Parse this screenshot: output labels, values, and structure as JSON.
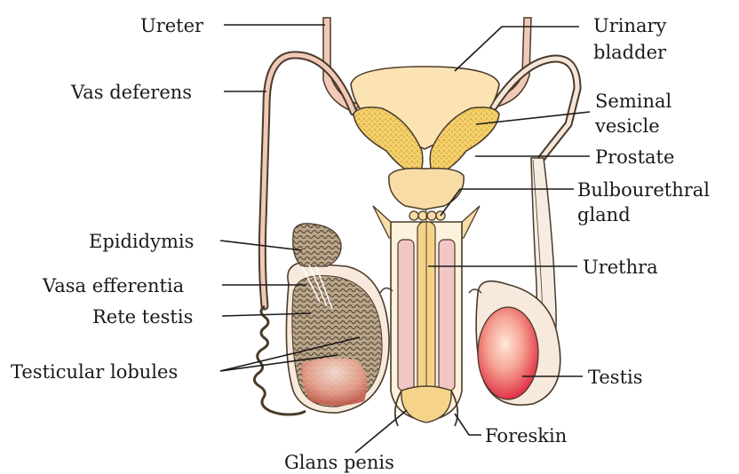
{
  "labels": {
    "ureter": "Ureter",
    "vas_deferens": "Vas deferens",
    "epididymis": "Epididymis",
    "vasa_efferentia": "Vasa efferentia",
    "rete_testis": "Rete testis",
    "testicular_lobules": "Testicular lobules",
    "urinary_bladder_1": "Urinary",
    "urinary_bladder_2": "bladder",
    "seminal_vesicle_1": "Seminal",
    "seminal_vesicle_2": "vesicle",
    "prostate": "Prostate",
    "bulbourethral_1": "Bulbourethral",
    "bulbourethral_2": "gland",
    "urethra": "Urethra",
    "testis": "Testis",
    "foreskin": "Foreskin",
    "glans_penis": "Glans penis"
  },
  "colors": {
    "outline": "#4a3a2a",
    "ureter_fill": "#f1c9b8",
    "bladder_fill": "#fbe3b3",
    "vesicle_fill": "#f3cf6a",
    "prostate_fill": "#f7dca6",
    "erectile_fill": "#f3c6c6",
    "urethra_fill": "#f5d48a",
    "testis_fill": "#f28a82",
    "testis_highlight": "#ffe4dc",
    "testis_shade": "#e0203c",
    "epididymis_fill": "#9a8770",
    "scrotum_fill": "#f7e9dc"
  }
}
